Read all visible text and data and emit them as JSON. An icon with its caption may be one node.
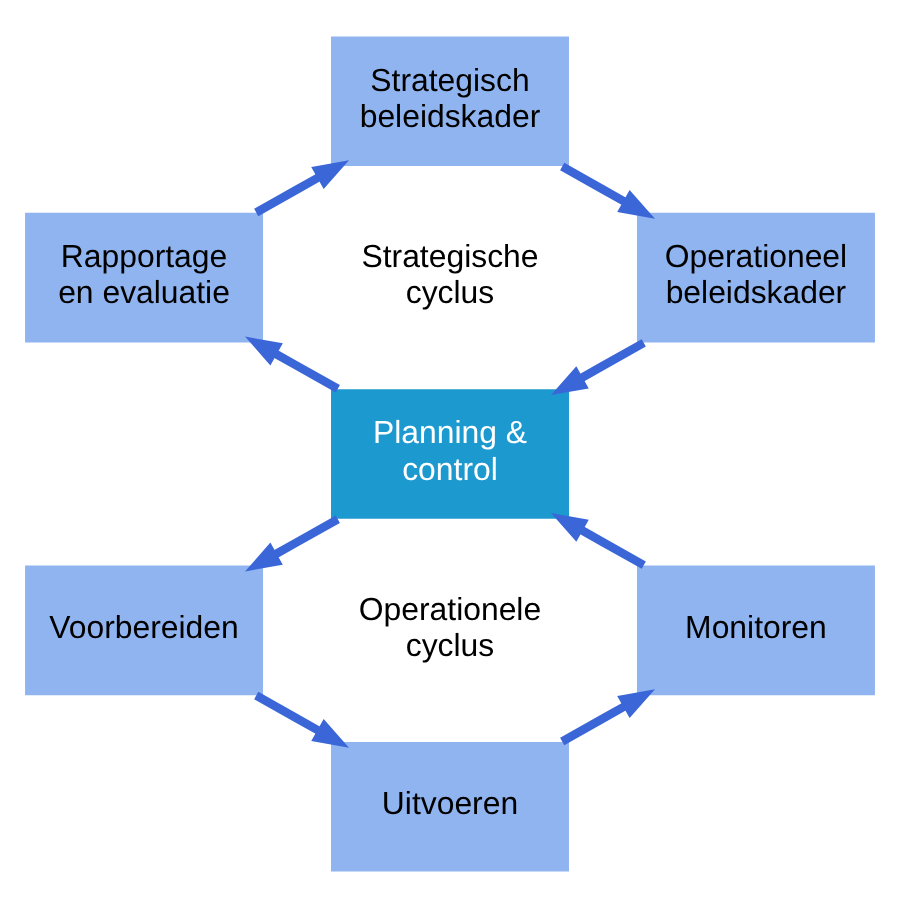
{
  "diagram": {
    "nodes": [
      {
        "text": [
          "Strategisch beleidskader"
        ]
      },
      {
        "text": [
          "Rapportage en evaluatie"
        ]
      },
      {
        "text": [
          "Operationeel beleidskader"
        ]
      },
      {
        "text": [
          "Planning & control"
        ]
      },
      {
        "text": [
          "Voorbereiden"
        ]
      },
      {
        "text": [
          "Monitoren"
        ]
      },
      {
        "text": [
          "Uitvoeren"
        ]
      }
    ],
    "edges": [
      {
        "from": 0,
        "to": 2,
        "arrow": "to"
      },
      {
        "from": 2,
        "to": 3,
        "arrow": "to"
      },
      {
        "from": 3,
        "to": 1,
        "arrow": "to"
      },
      {
        "from": 1,
        "to": 0,
        "arrow": "to"
      },
      {
        "from": 3,
        "to": 4,
        "arrow": "to"
      },
      {
        "from": 4,
        "to": 6,
        "arrow": "to"
      },
      {
        "from": 6,
        "to": 5,
        "arrow": "to"
      },
      {
        "from": 5,
        "to": 3,
        "arrow": "to"
      }
    ],
    "labels": [
      "Strategische cyclus",
      "Operationele cyclus"
    ]
  }
}
